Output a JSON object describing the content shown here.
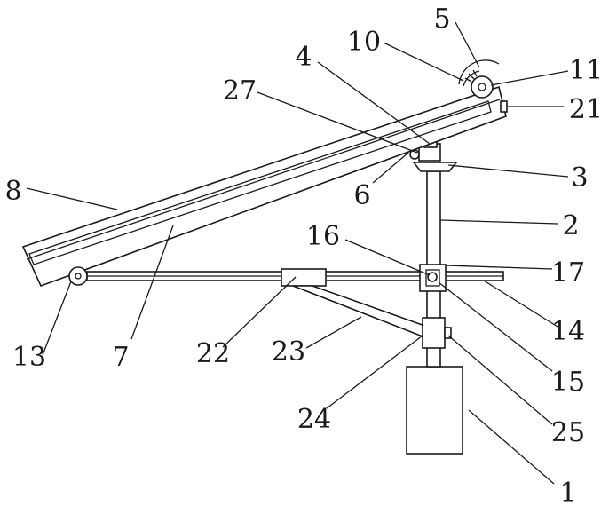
{
  "diagram": {
    "labels": {
      "l1": "1",
      "l2": "2",
      "l3": "3",
      "l4": "4",
      "l5": "5",
      "l6": "6",
      "l7": "7",
      "l8": "8",
      "l10": "10",
      "l11": "11",
      "l13": "13",
      "l14": "14",
      "l15": "15",
      "l16": "16",
      "l17": "17",
      "l21": "21",
      "l22": "22",
      "l23": "23",
      "l24": "24",
      "l25": "25",
      "l27": "27"
    }
  }
}
